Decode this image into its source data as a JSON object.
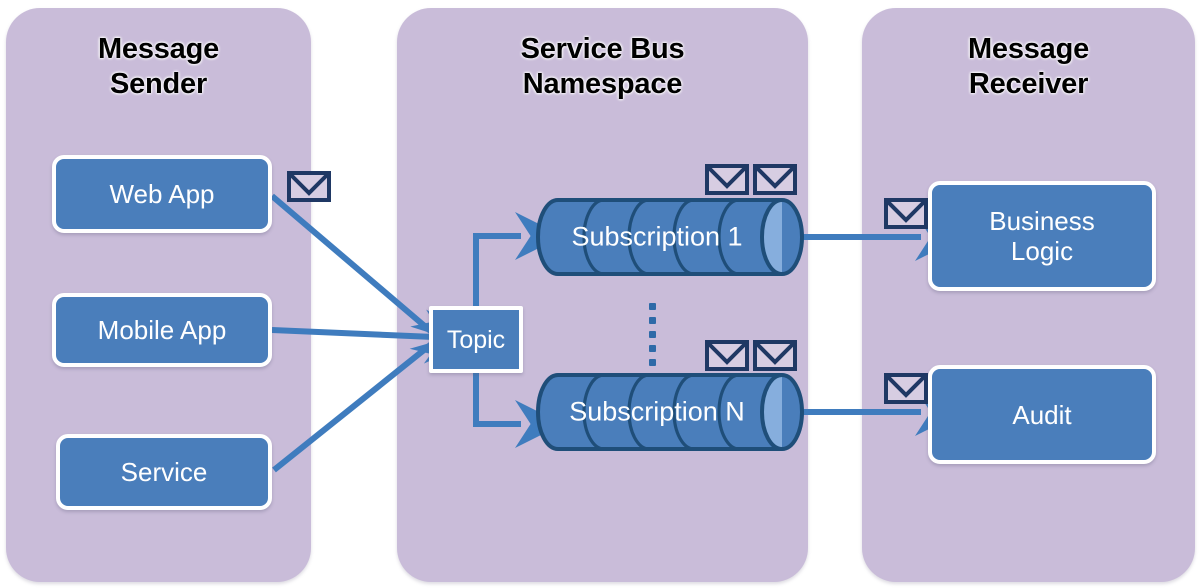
{
  "diagram": {
    "title": "Azure Service Bus Topic/Subscription message flow",
    "colors": {
      "panel": "#c9bcd9",
      "node": "#4a7ebb",
      "node_border": "#ffffff",
      "cylinder_body": "#4a7ebb",
      "cylinder_cap": "#86aedd",
      "cylinder_outline": "#1f4e79",
      "arrow": "#3f7cbe",
      "envelope_outline": "#1f3864",
      "text_light": "#ffffff",
      "text_dark": "#000000"
    }
  },
  "panels": [
    {
      "id": "sender",
      "title": "Message\nSender"
    },
    {
      "id": "namespace",
      "title": "Service Bus\nNamespace"
    },
    {
      "id": "receiver",
      "title": "Message\nReceiver"
    }
  ],
  "senders": [
    {
      "id": "web-app",
      "label": "Web App"
    },
    {
      "id": "mobile-app",
      "label": "Mobile App"
    },
    {
      "id": "service",
      "label": "Service"
    }
  ],
  "topic": {
    "label": "Topic"
  },
  "subscriptions": [
    {
      "id": "subscription-1",
      "label": "Subscription 1",
      "envelopes": 2,
      "segments": 5
    },
    {
      "id": "subscription-n",
      "label": "Subscription N",
      "envelopes": 2,
      "segments": 5
    }
  ],
  "ellipsis": {
    "dots": 5,
    "meaning": "additional subscriptions"
  },
  "receivers": [
    {
      "id": "business-logic",
      "label": "Business\nLogic"
    },
    {
      "id": "audit",
      "label": "Audit"
    }
  ],
  "envelopes": {
    "web_app": 1,
    "business_logic": 1,
    "audit": 1
  },
  "connections": [
    {
      "from": "web-app",
      "to": "topic"
    },
    {
      "from": "mobile-app",
      "to": "topic"
    },
    {
      "from": "service",
      "to": "topic"
    },
    {
      "from": "topic",
      "to": "subscription-1"
    },
    {
      "from": "topic",
      "to": "subscription-n"
    },
    {
      "from": "subscription-1",
      "to": "business-logic"
    },
    {
      "from": "subscription-n",
      "to": "audit"
    }
  ]
}
